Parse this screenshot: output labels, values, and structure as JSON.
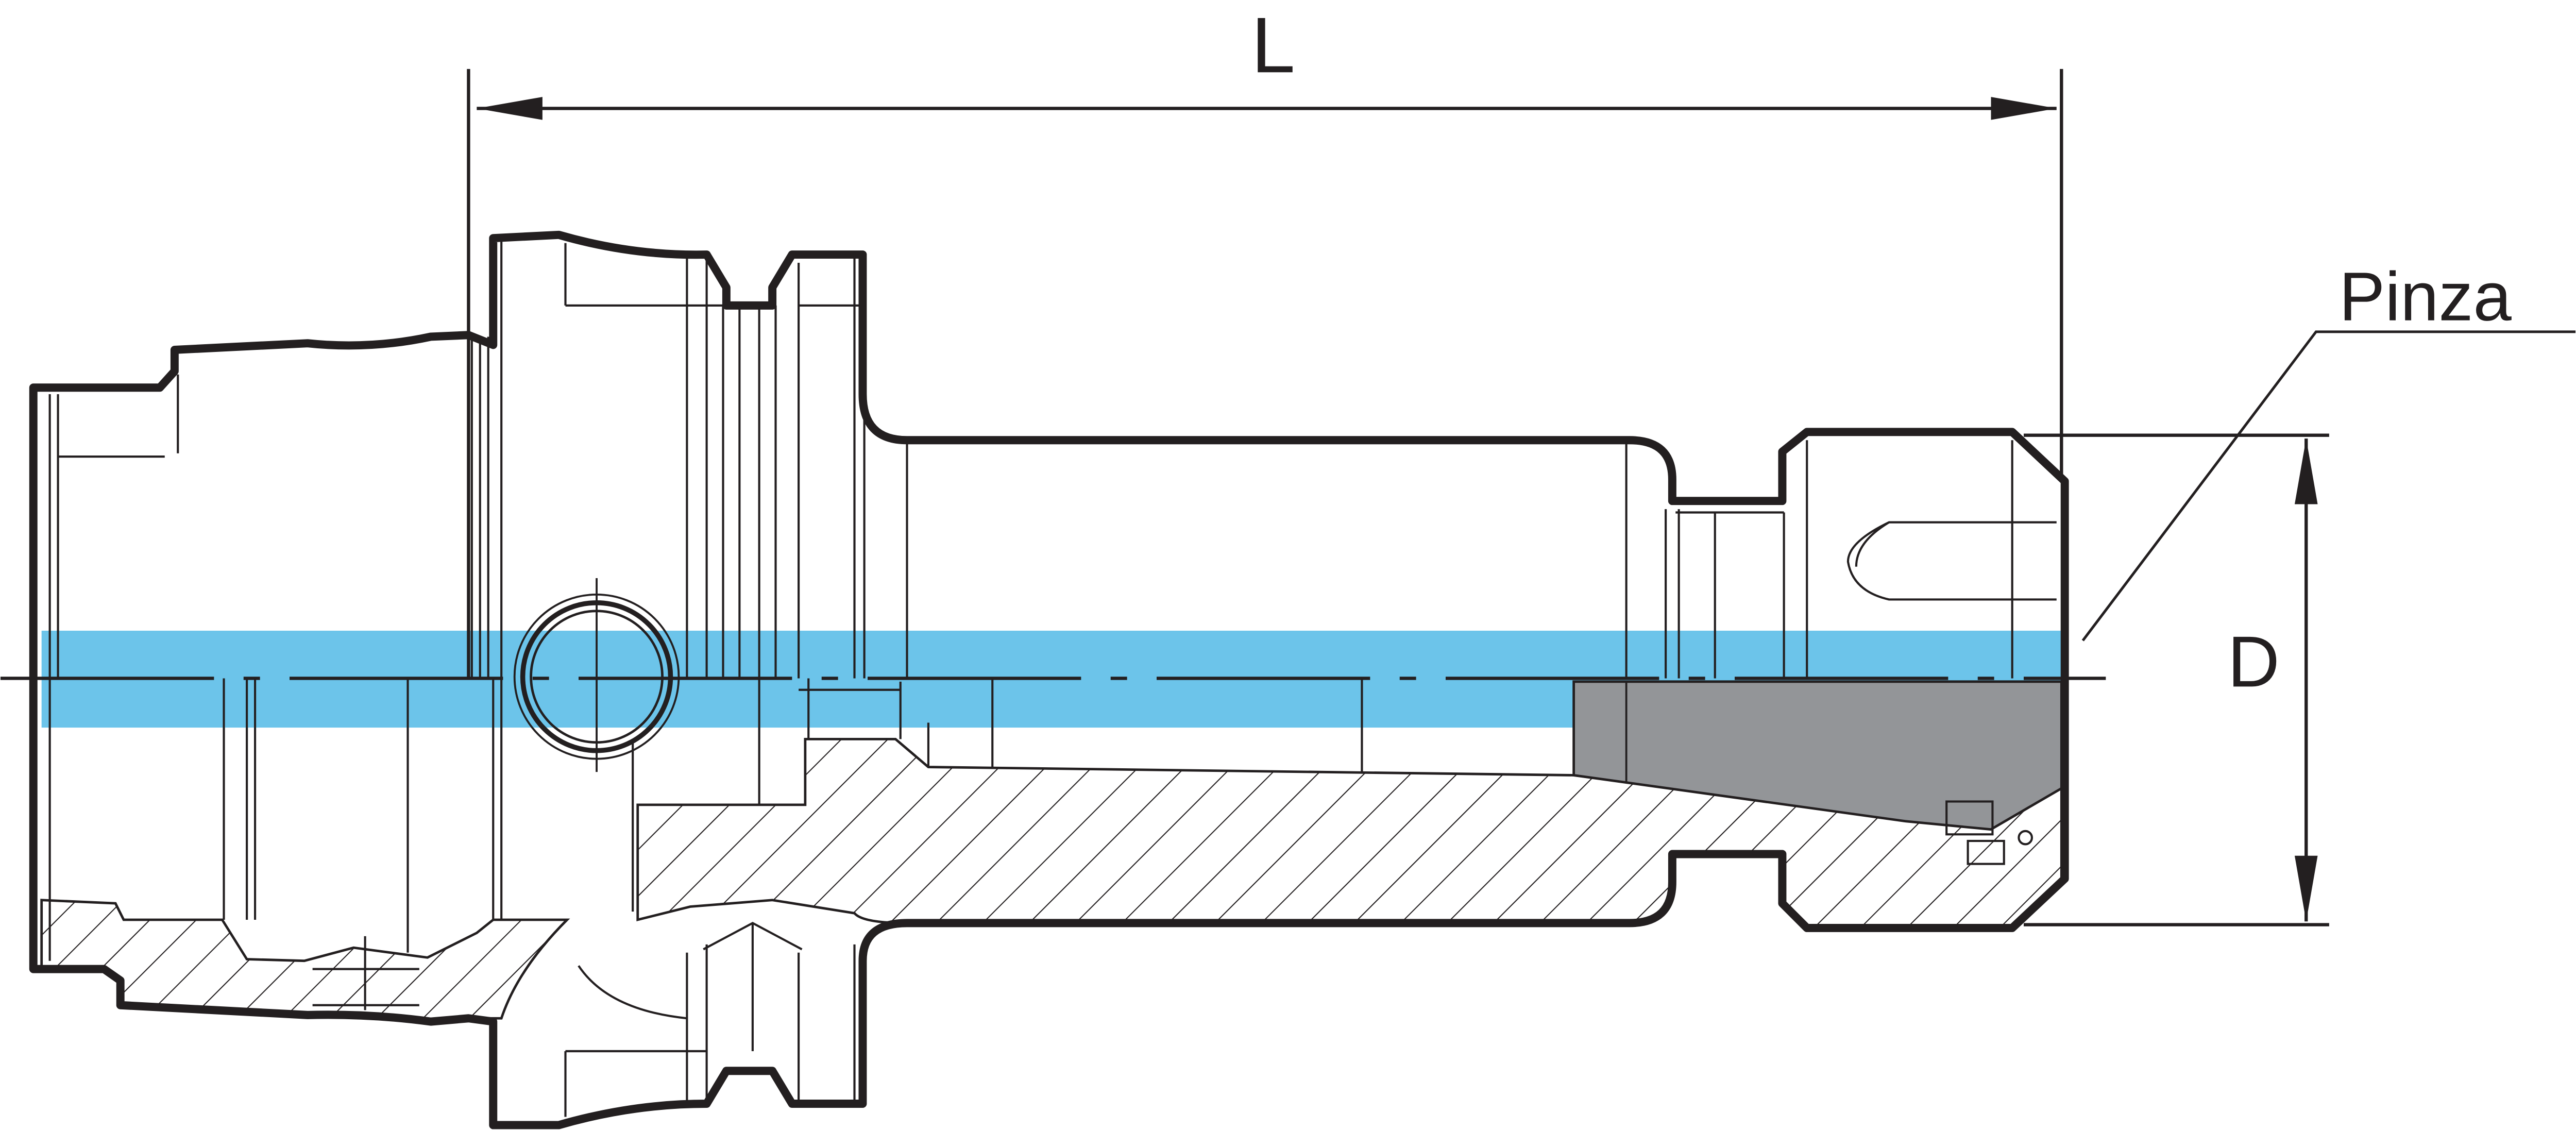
{
  "drawing": {
    "dimension_length_label": "L",
    "dimension_diameter_label": "D",
    "collet_label": "Pinza"
  },
  "colors": {
    "coolant_band": "#6cc4ea",
    "collet": "#939598",
    "outline": "#231f20"
  }
}
